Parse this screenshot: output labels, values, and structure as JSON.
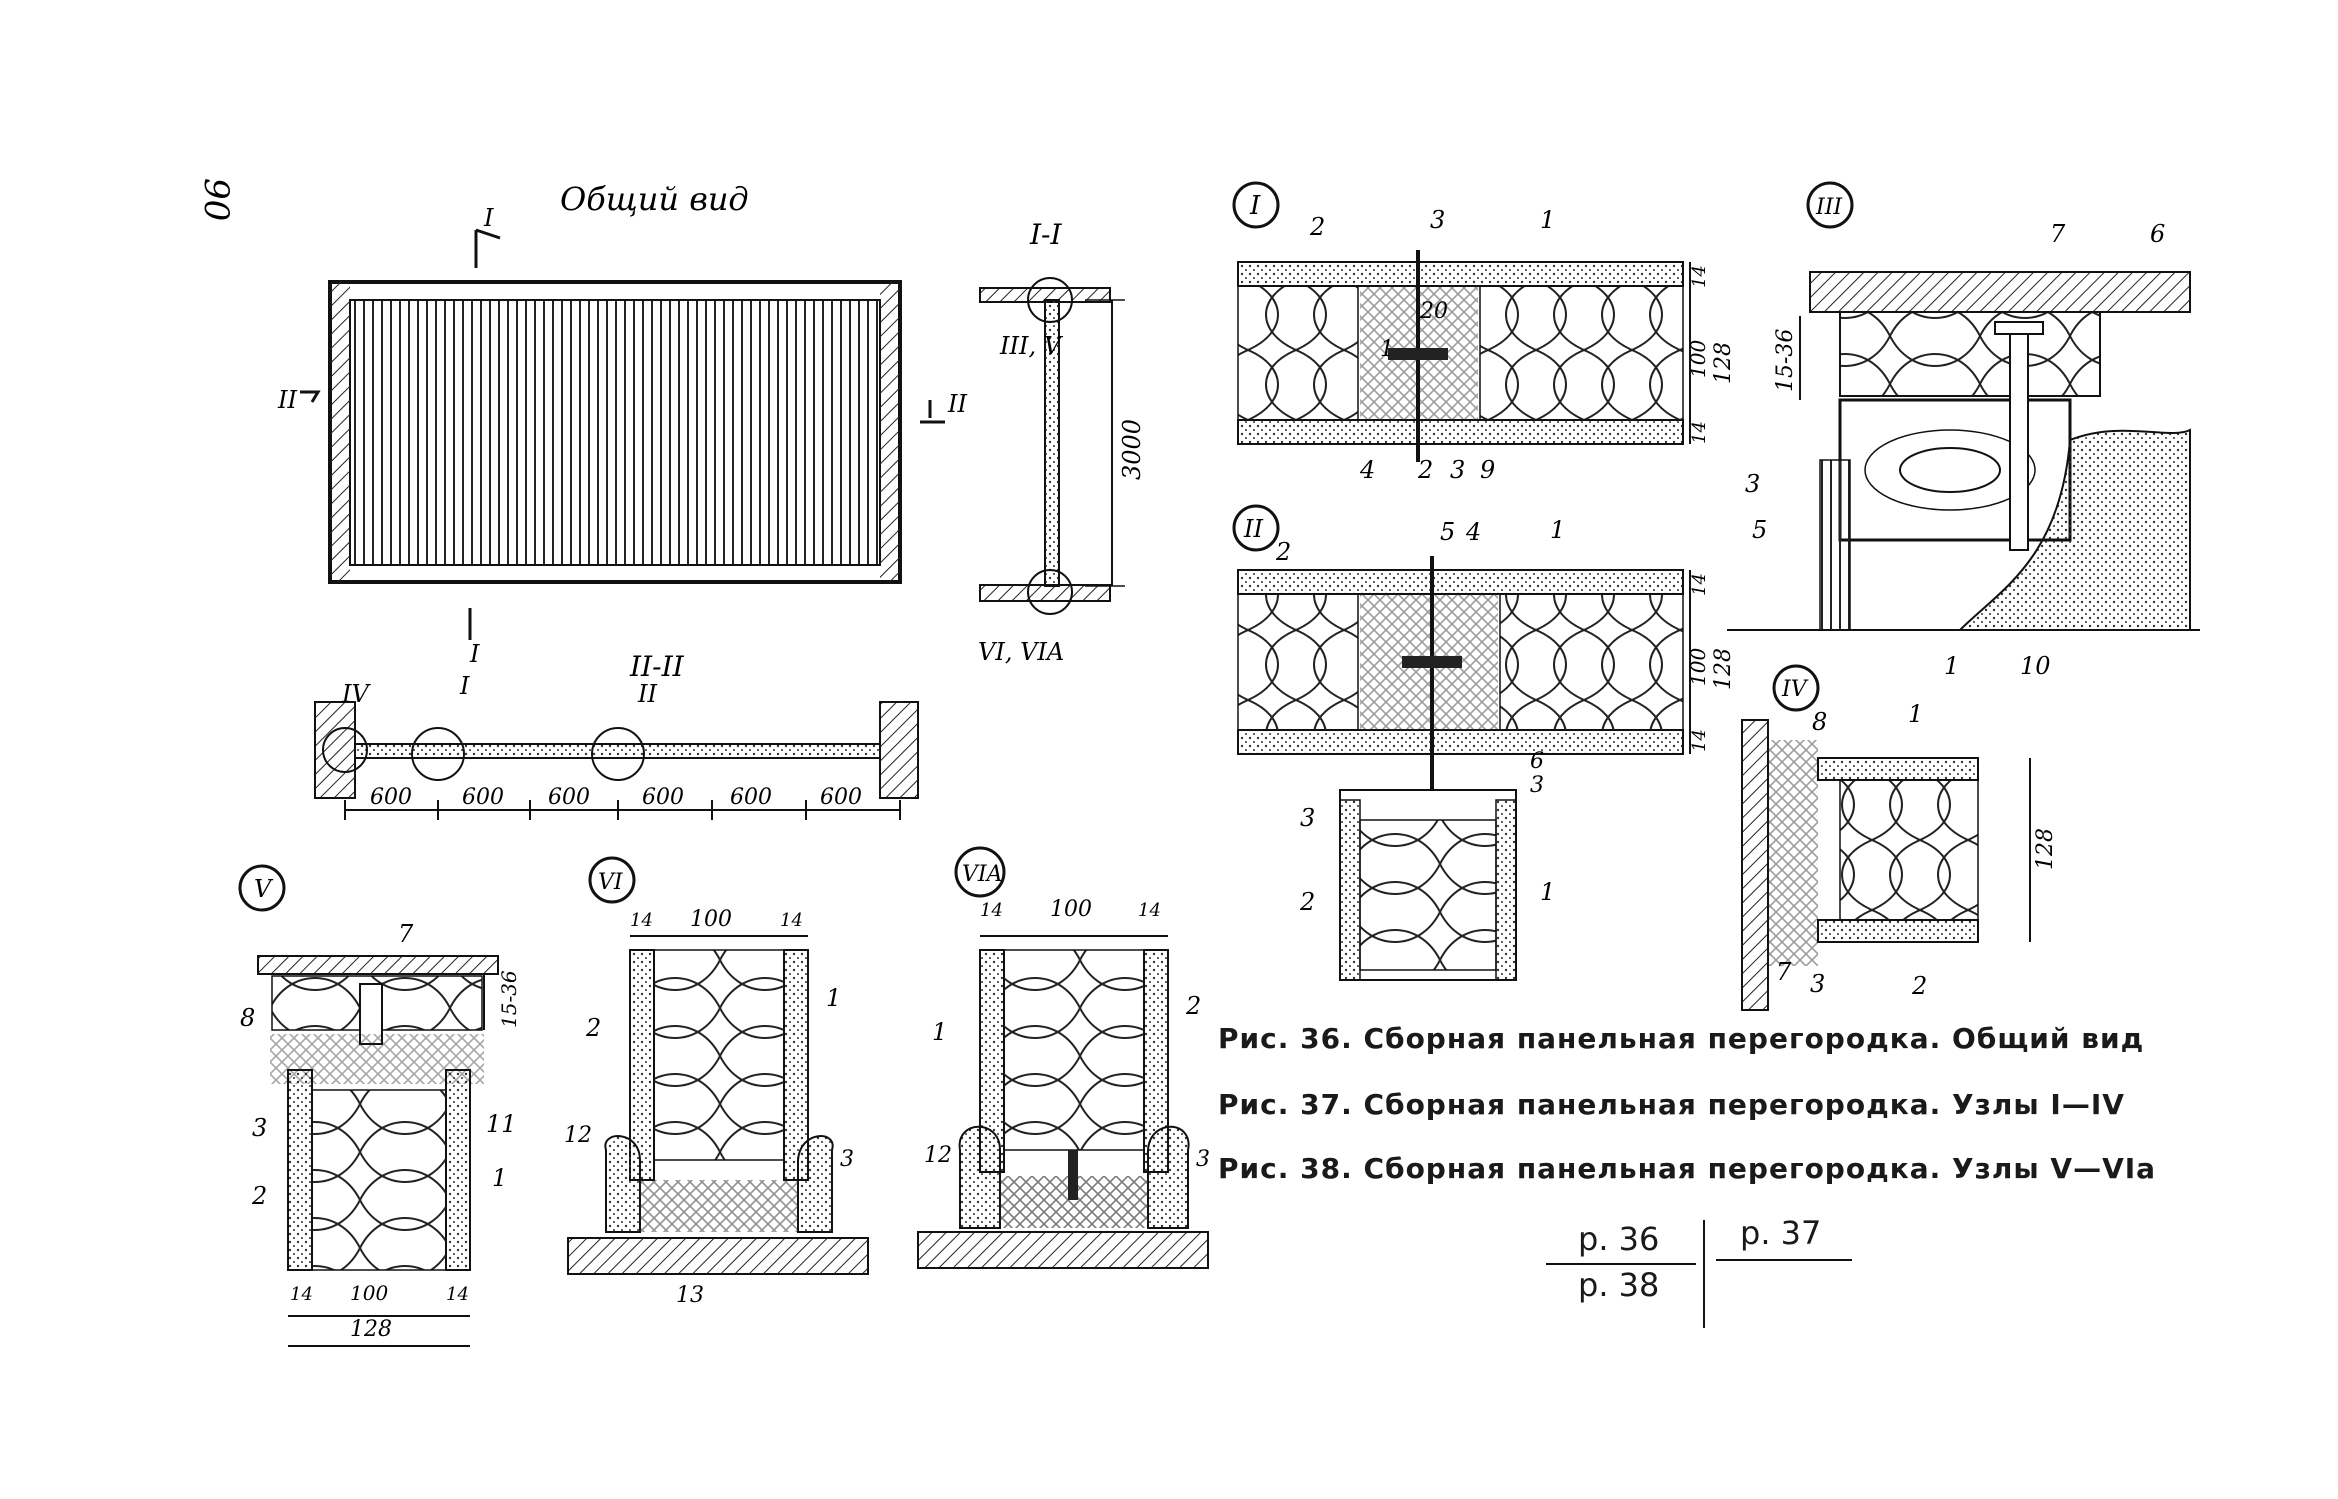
{
  "page_number": "90",
  "overview": {
    "title": "Общий вид",
    "section_marks": [
      "I",
      "I",
      "II",
      "II"
    ],
    "section_I_title": "I-I",
    "section_I_height": "3000",
    "section_I_nodes": [
      "III, V",
      "VI, VIA"
    ],
    "section_II_title": "II-II",
    "section_II_nodes": [
      "IV",
      "I",
      "II"
    ],
    "module_dims": [
      "600",
      "600",
      "600",
      "600",
      "600",
      "600"
    ]
  },
  "node_I": {
    "badge": "I",
    "labels": [
      "2",
      "3",
      "1",
      "20",
      "1",
      "4",
      "2",
      "3",
      "9"
    ],
    "dims": [
      "14",
      "100",
      "14",
      "128"
    ]
  },
  "node_II": {
    "badge": "II",
    "labels": [
      "2",
      "5",
      "4",
      "1",
      "6",
      "3",
      "3",
      "2",
      "1"
    ],
    "dims": [
      "14",
      "100",
      "14",
      "128"
    ]
  },
  "node_III": {
    "badge": "III",
    "labels": [
      "7",
      "6",
      "3",
      "5",
      "1",
      "10"
    ],
    "dims": [
      "15-36"
    ]
  },
  "node_IV": {
    "badge": "IV",
    "labels": [
      "8",
      "1",
      "7",
      "3",
      "2"
    ],
    "dims": [
      "128"
    ]
  },
  "node_V": {
    "badge": "V",
    "labels": [
      "7",
      "8",
      "3",
      "11",
      "2",
      "1"
    ],
    "dims": [
      "15-36",
      "14",
      "100",
      "14",
      "128"
    ]
  },
  "node_VI": {
    "badge": "VI",
    "labels": [
      "2",
      "1",
      "12",
      "3",
      "13"
    ],
    "dims": [
      "14",
      "100",
      "14"
    ]
  },
  "node_VIA": {
    "badge": "VIA",
    "labels": [
      "1",
      "2",
      "12",
      "3"
    ],
    "dims": [
      "14",
      "100",
      "14"
    ]
  },
  "captions": [
    "Рис. 36. Сборная панельная перегородка. Общий вид",
    "Рис. 37. Сборная панельная перегородка. Узлы I—IV",
    "Рис. 38. Сборная панельная перегородка. Узлы V—VIa"
  ],
  "figure_refs": {
    "a": "р. 36",
    "b": "р. 37",
    "c": "р. 38"
  }
}
